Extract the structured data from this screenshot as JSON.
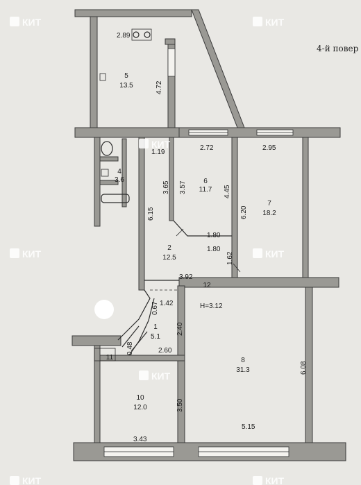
{
  "floor_label": "4-й повер",
  "watermark": "КИТ",
  "height_label": "Н=3.12",
  "rooms": [
    {
      "num": "1",
      "area": "5.1"
    },
    {
      "num": "2",
      "area": "12.5"
    },
    {
      "num": "4",
      "area": "3.6"
    },
    {
      "num": "5",
      "area": "13.5"
    },
    {
      "num": "6",
      "area": "11.7"
    },
    {
      "num": "7",
      "area": "18.2"
    },
    {
      "num": "8",
      "area": "31.3"
    },
    {
      "num": "10",
      "area": "12.0"
    }
  ],
  "labels": {
    "room11": "11",
    "room12": "12",
    "room3_dim": "2.89"
  },
  "dimensions": [
    "4.72",
    "1.19",
    "2.72",
    "2.95",
    "3.65",
    "3.57",
    "4.45",
    "6.15",
    "6.20",
    "1.80",
    "1.80",
    "1.62",
    "3.92",
    "0.67",
    "1.42",
    "2.40",
    "0.48",
    "2.60",
    "3.50",
    "6.08",
    "5.15",
    "3.43"
  ]
}
